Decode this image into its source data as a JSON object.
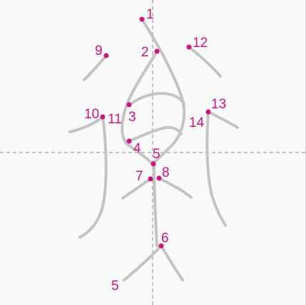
{
  "colors": {
    "background": "#f8f9f9",
    "stroke": "#c3c3c3",
    "marker": "#d1127e",
    "guide": "#8a8a8a"
  },
  "stroke_labels": [
    "1",
    "2",
    "3",
    "4",
    "5",
    "5",
    "6",
    "7",
    "8",
    "9",
    "10",
    "11",
    "12",
    "13",
    "14"
  ]
}
